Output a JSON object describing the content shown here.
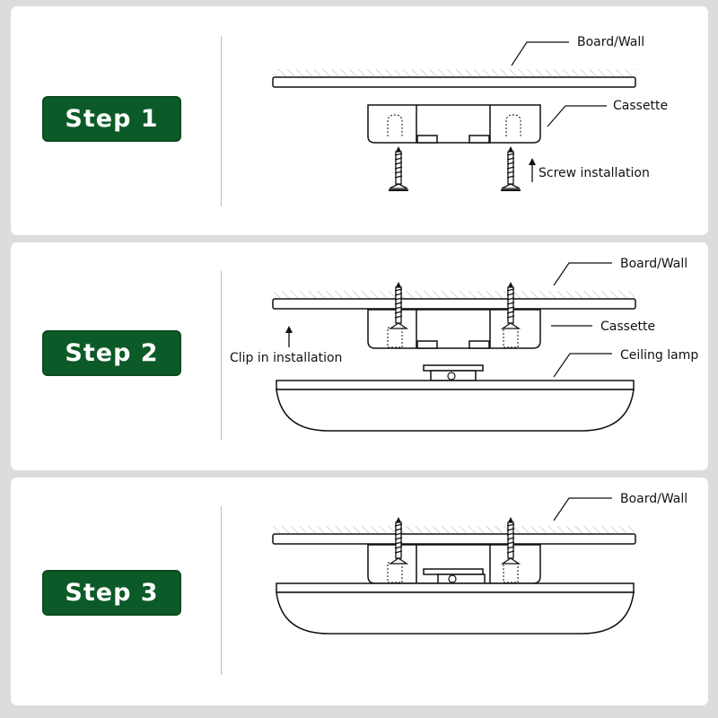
{
  "steps": [
    {
      "label": "Step 1",
      "annotations": {
        "wall": "Board/Wall",
        "cassette": "Cassette",
        "action": "Screw installation"
      }
    },
    {
      "label": "Step 2",
      "annotations": {
        "wall": "Board/Wall",
        "cassette": "Cassette",
        "action": "Clip in installation",
        "lamp": "Ceiling lamp"
      }
    },
    {
      "label": "Step 3",
      "annotations": {
        "wall": "Board/Wall"
      }
    }
  ],
  "colors": {
    "badge_bg": "#0c5a27",
    "panel_bg": "#ffffff",
    "page_bg": "#dcdcdc",
    "line": "#111111",
    "hatch": "#bbbbbb"
  },
  "icons": [
    "screw-icon",
    "arrow-up-icon"
  ]
}
